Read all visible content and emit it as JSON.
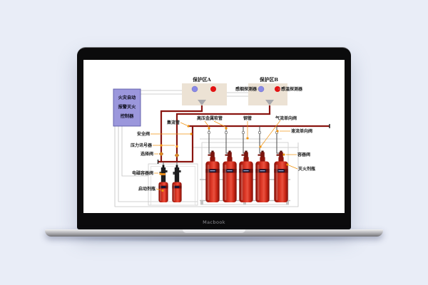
{
  "device": {
    "brand_label": "Macbook"
  },
  "diagram": {
    "controller": {
      "lines": [
        "火灾自动",
        "报警灭火",
        "控制器"
      ]
    },
    "zones": [
      {
        "title": "保护区A"
      },
      {
        "title": "保护区B"
      }
    ],
    "labels": {
      "smoke_detector": "感烟探测器",
      "heat_detector": "感温探测器",
      "hp_metal_hose": "高压金属软管",
      "steel_pipe": "钢管",
      "gas_check_valve": "气流单向阀",
      "liquid_check_valve": "液流单向阀",
      "manifold": "集流管",
      "safety_valve": "安全阀",
      "pressure_signal": "压力讯号器",
      "selector_valve": "选择阀",
      "solenoid_container_valve": "电磁容器阀",
      "starter_bottle": "启动剂瓶",
      "container_valve": "容器阀",
      "agent_bottle": "灭火剂瓶"
    },
    "colors": {
      "background": "#e9edf7",
      "pipe_red": "#8a1510",
      "accent_orange": "#f0930f",
      "controller_fill": "#9b97dc",
      "zone_fill": "#ece2d4",
      "smoke_detector_blue": "#8a8ae6",
      "heat_detector_red": "#e21212",
      "bottle_red": "#d83020"
    }
  }
}
